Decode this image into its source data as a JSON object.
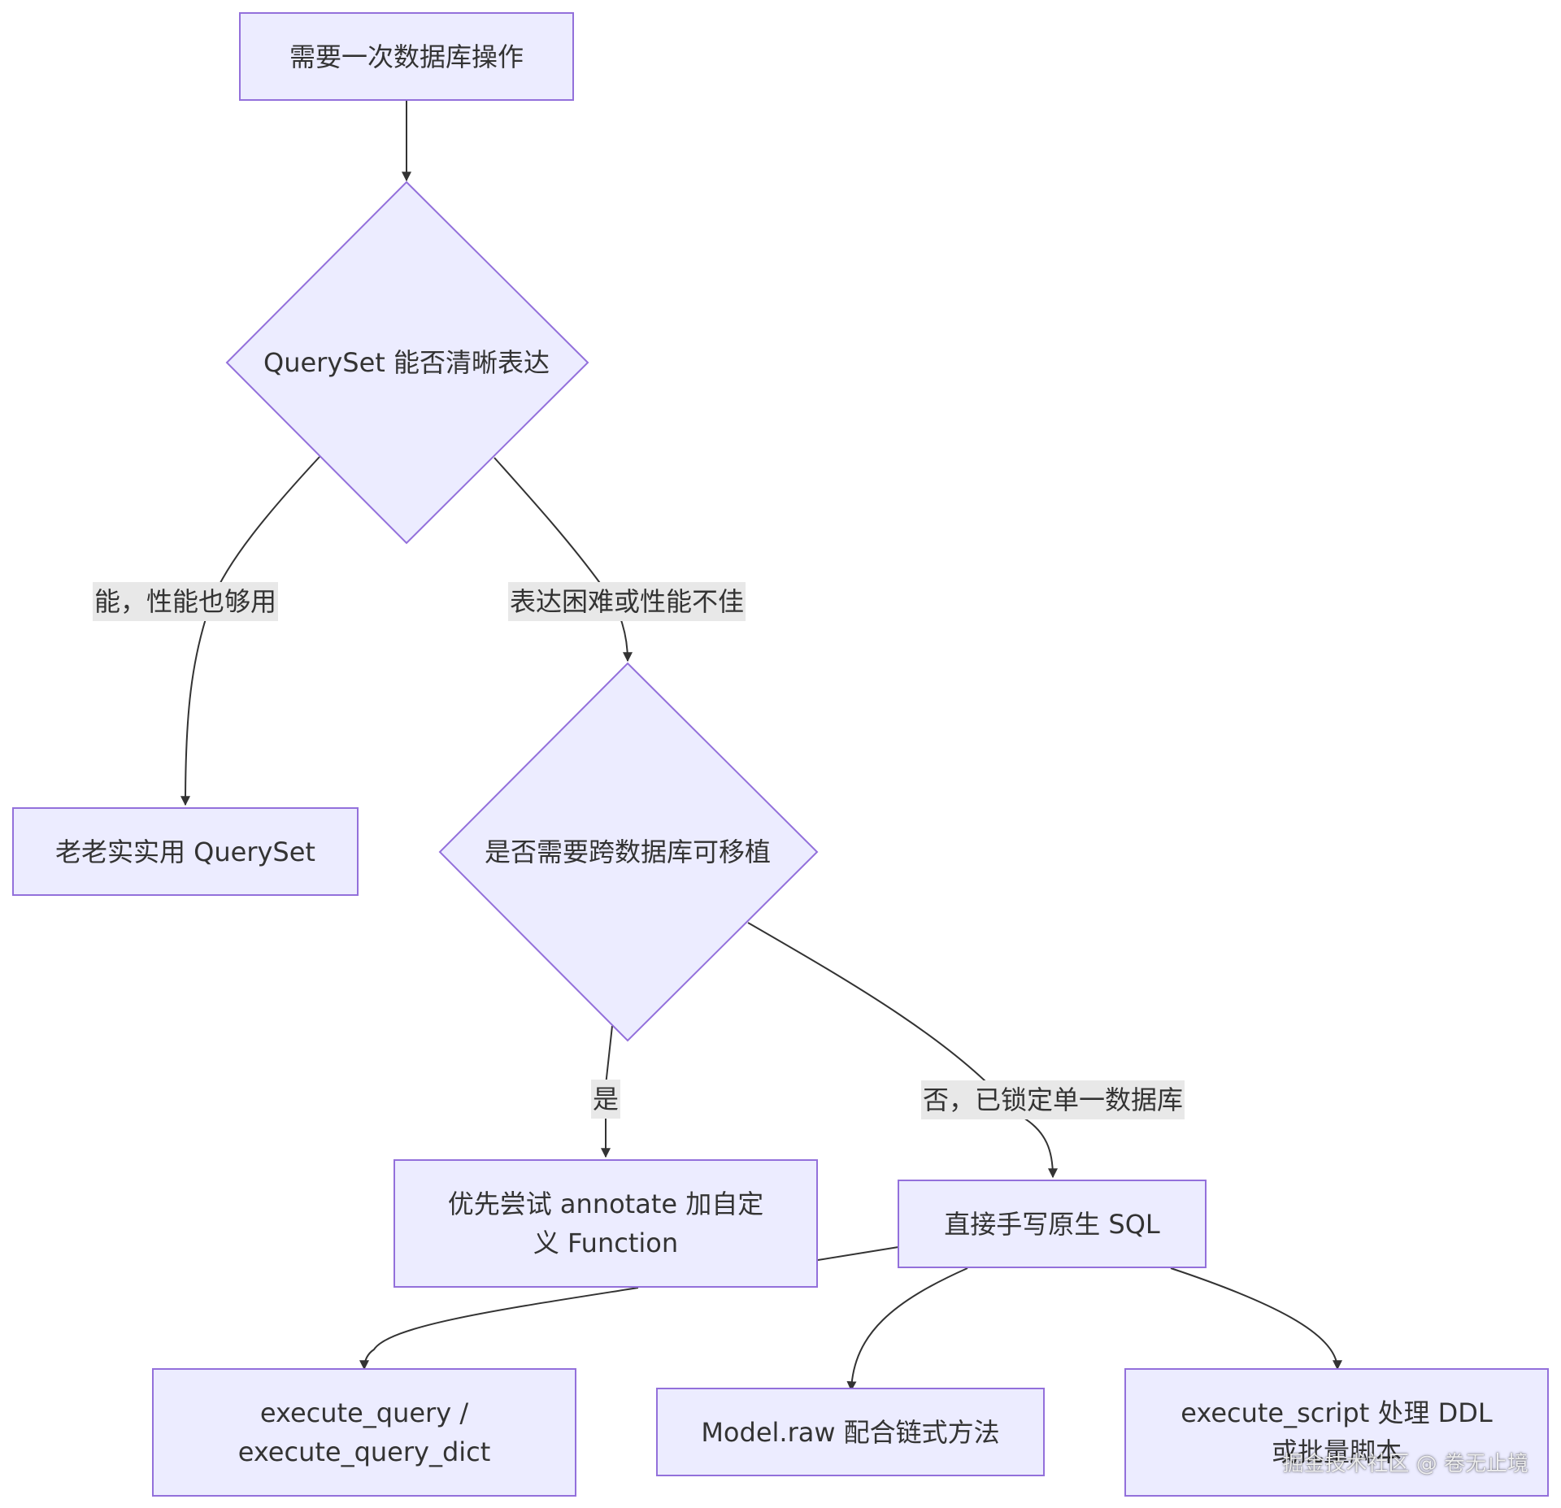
{
  "colors": {
    "node_fill": "#ECECFF",
    "node_stroke": "#9370DB",
    "edge": "#333333",
    "edge_label_bg": "#E8E8E8",
    "text": "#333333"
  },
  "nodes": {
    "start": "需要一次数据库操作",
    "q_expressive": "QuerySet 能否清晰表达",
    "use_queryset": "老老实实用 QuerySet",
    "q_portable": "是否需要跨数据库可移植",
    "annotate": "优先尝试 annotate 加自定义 Function",
    "raw_sql": "直接手写原生 SQL",
    "execute_query": "execute_query / execute_query_dict",
    "model_raw": "Model.raw 配合链式方法",
    "execute_script": "execute_script 处理 DDL 或批量脚本"
  },
  "edge_labels": {
    "yes_performance": "能，性能也够用",
    "hard_or_slow": "表达困难或性能不佳",
    "yes": "是",
    "no_single_db": "否，已锁定单一数据库"
  },
  "watermark": "掘金技术社区 @ 卷无止境"
}
